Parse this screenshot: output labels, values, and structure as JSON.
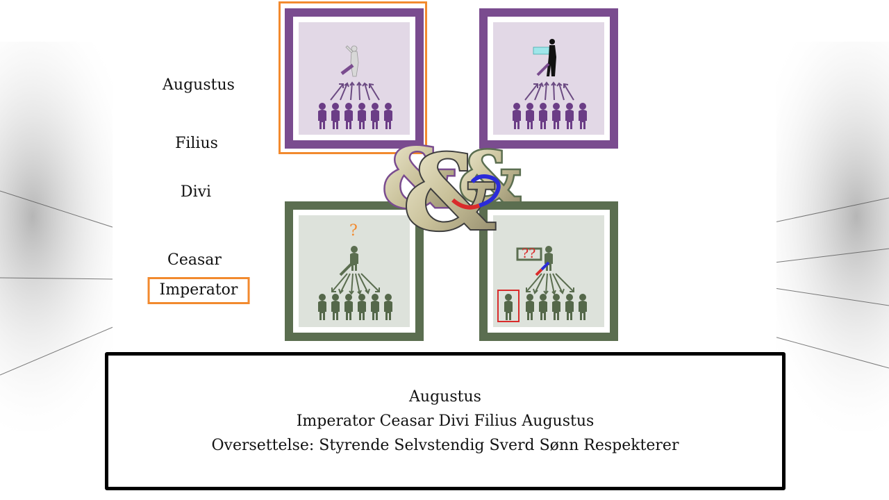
{
  "left_labels": {
    "augustus": "Augustus",
    "filius": "Filius",
    "divi": "Divi",
    "ceasar": "Ceasar",
    "imperator": "Imperator"
  },
  "panels": {
    "bottom_left_question": "?",
    "bottom_right_questions": "??"
  },
  "caption": {
    "line1": "Augustus",
    "line2": "Imperator Ceasar Divi Filius Augustus",
    "line3": "Oversettelse: Styrende Selvstendig Sverd Sønn Respekterer"
  },
  "colors": {
    "purple": "#7a4c8f",
    "purple_bg": "#e2d8e6",
    "green": "#5b6e50",
    "green_bg": "#dde2db",
    "highlight_orange": "#f28a2e",
    "red_accent": "#d92b2b",
    "blue_accent": "#2b2bd9"
  }
}
